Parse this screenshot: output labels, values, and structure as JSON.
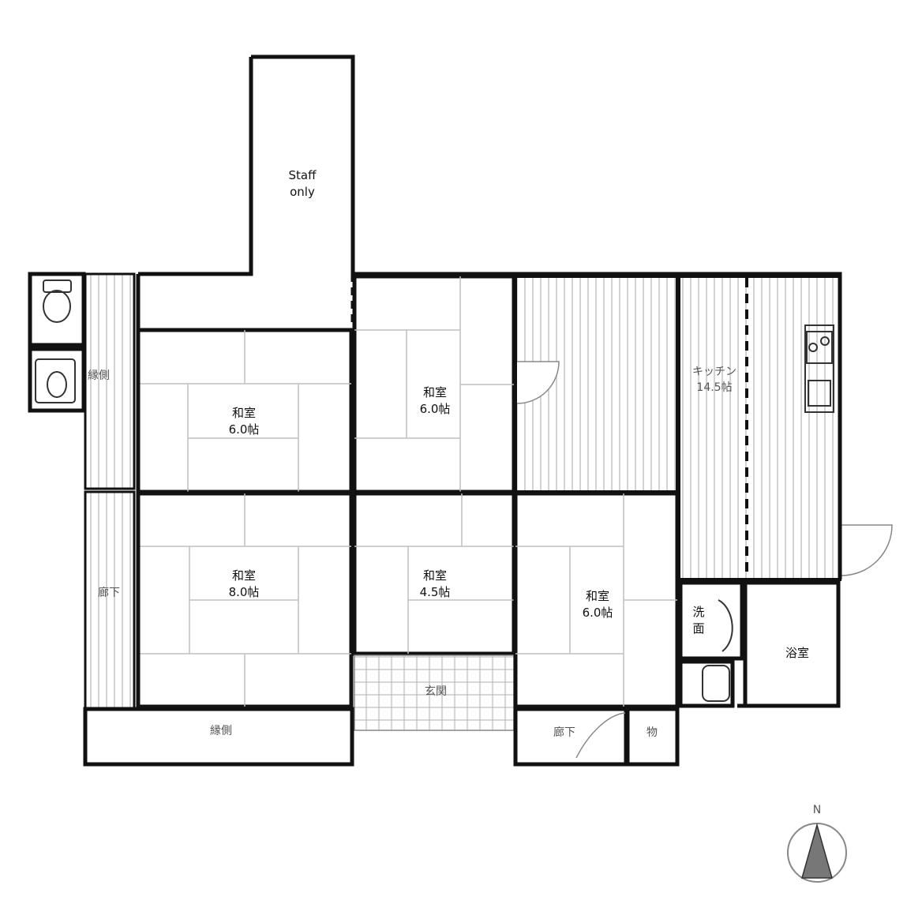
{
  "rooms": {
    "staff": {
      "line1": "Staff",
      "line2": "only"
    },
    "washitsu_top_left": {
      "name": "和室",
      "size": "6.0帖"
    },
    "washitsu_top_mid": {
      "name": "和室",
      "size": "6.0帖"
    },
    "washitsu_bottom_left": {
      "name": "和室",
      "size": "8.0帖"
    },
    "washitsu_bottom_mid": {
      "name": "和室",
      "size": "4.5帖"
    },
    "washitsu_bottom_right": {
      "name": "和室",
      "size": "6.0帖"
    },
    "kitchen": {
      "name": "キッチン",
      "size": "14.5帖"
    },
    "senmen": {
      "line1": "洗",
      "line2": "面"
    },
    "bath": {
      "name": "浴室"
    },
    "engawa_top": {
      "text": "縁側"
    },
    "engawa_left": {
      "text": "廊下"
    },
    "engawa_bottom": {
      "text": "縁側"
    },
    "genkan": {
      "text": "玄関"
    },
    "rouka": {
      "text": "廊下"
    },
    "mono": {
      "text": "物"
    }
  },
  "compass": {
    "north": "N"
  }
}
